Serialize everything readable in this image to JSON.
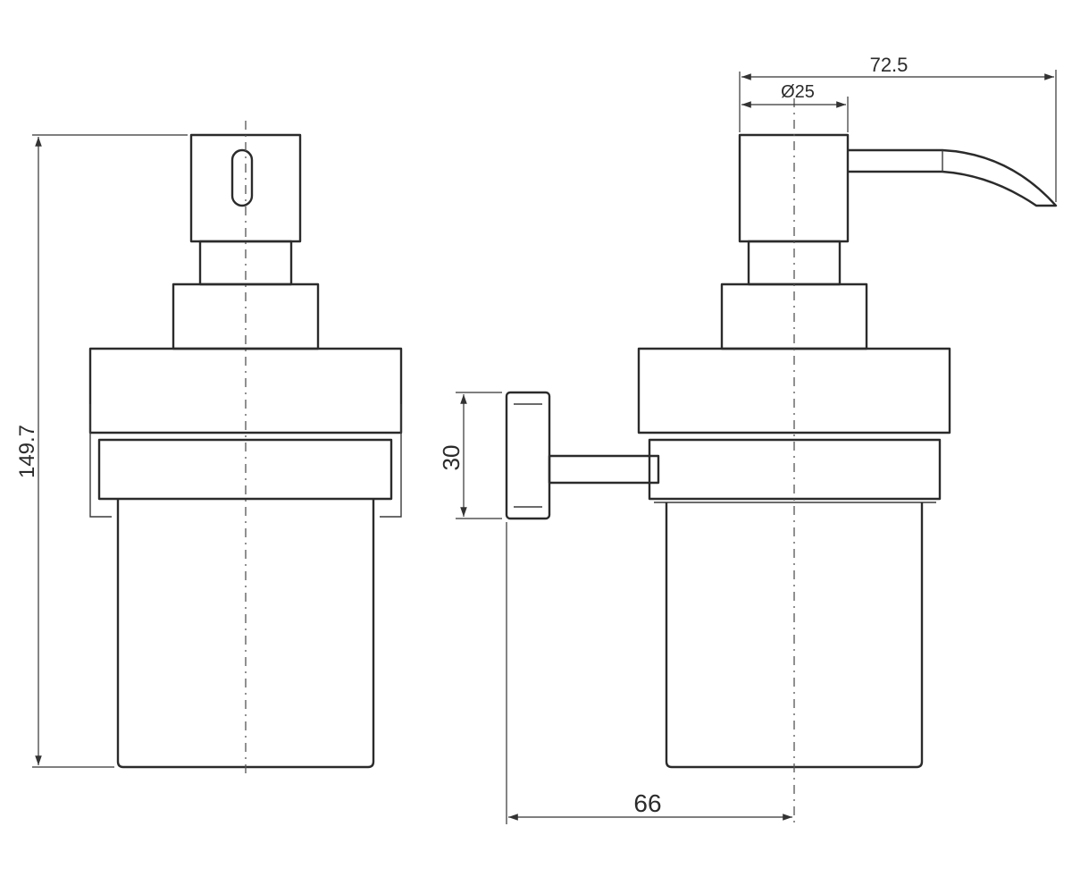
{
  "dimensions": {
    "height": "149.7",
    "bracket_height": "30",
    "depth": "66",
    "pump_width": "72.5",
    "pump_diameter": "Ø25"
  }
}
